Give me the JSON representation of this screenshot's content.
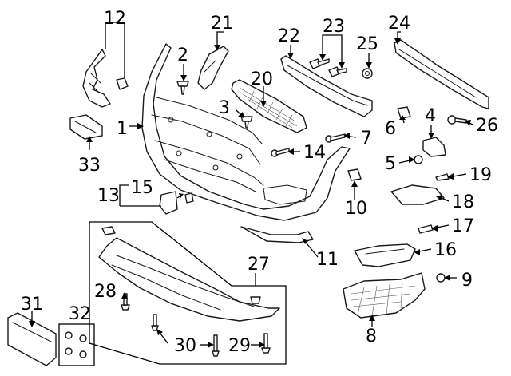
{
  "diagram": {
    "callouts": {
      "c1": "1",
      "c2": "2",
      "c3": "3",
      "c4": "4",
      "c5": "5",
      "c6": "6",
      "c7": "7",
      "c8": "8",
      "c9": "9",
      "c10": "10",
      "c11": "11",
      "c12": "12",
      "c13": "13",
      "c14": "14",
      "c15": "15",
      "c16": "16",
      "c17": "17",
      "c18": "18",
      "c19": "19",
      "c20": "20",
      "c21": "21",
      "c22": "22",
      "c23": "23",
      "c24": "24",
      "c25": "25",
      "c26": "26",
      "c27": "27",
      "c28": "28",
      "c29": "29",
      "c30": "30",
      "c31": "31",
      "c32": "32",
      "c33": "33"
    }
  }
}
